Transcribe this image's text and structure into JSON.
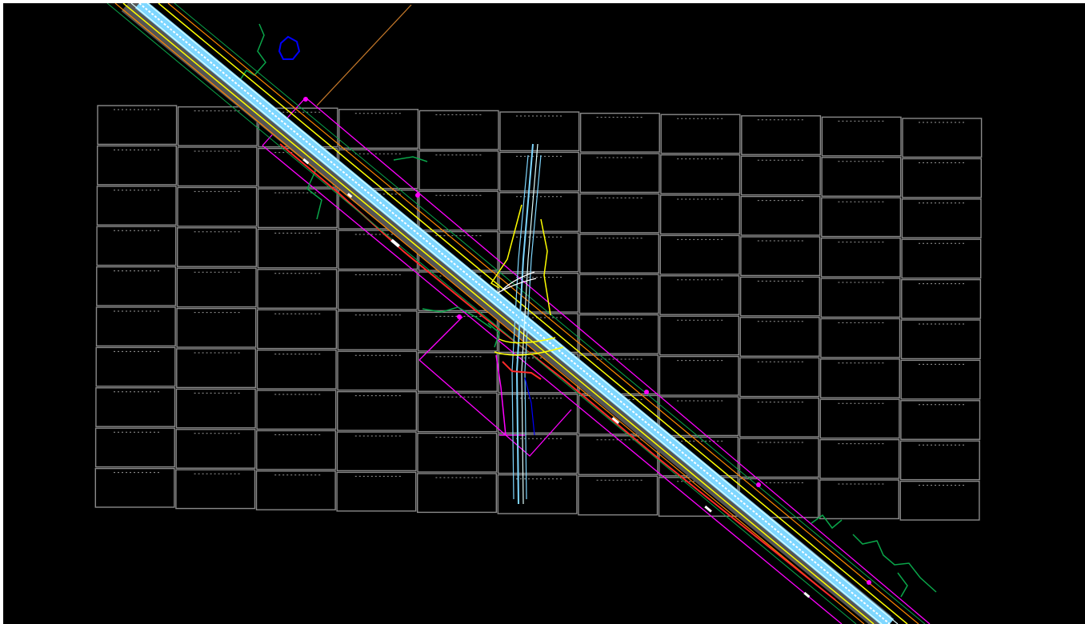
{
  "app": {
    "view": "cad-model-view"
  },
  "colors": {
    "background": "#000000",
    "frame": "#ffffff",
    "grid": "#8a8a8a",
    "gridLabel": "#9a9a9a",
    "roadCenter": "#7fd7ff",
    "roadBright": "#dfffff",
    "edgeYellow": "#ffff00",
    "edgeRed": "#ff2a2a",
    "edgeOrange": "#ff8800",
    "edgeGreen": "#0aa64a",
    "magenta": "#ff00ff",
    "blue": "#0000ff",
    "orangeLine": "#c87a2a",
    "white": "#ffffff"
  },
  "layers": [
    {
      "name": "sheet-grid",
      "visible": true
    },
    {
      "name": "highway-alignment",
      "visible": true
    },
    {
      "name": "interchange",
      "visible": true
    },
    {
      "name": "right-of-way",
      "visible": true
    },
    {
      "name": "vegetation",
      "visible": true
    }
  ]
}
